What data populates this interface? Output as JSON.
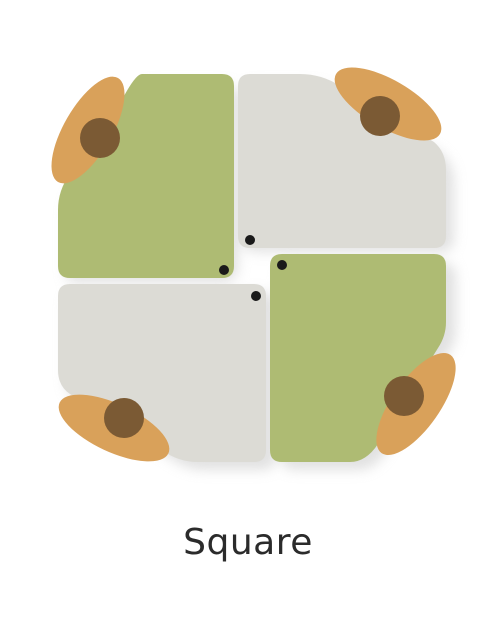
{
  "caption": "Square",
  "colors": {
    "desk_green": "#aebb73",
    "desk_gray": "#dcdbd5",
    "chair_seat": "#d9a15a",
    "person_head": "#7b5a34",
    "cable_port": "#1a1a1a",
    "shadow": "#c9c9c9"
  },
  "layout": {
    "desks": [
      {
        "name": "desk-top-left",
        "color": "desk_green"
      },
      {
        "name": "desk-top-right",
        "color": "desk_gray"
      },
      {
        "name": "desk-bottom-left",
        "color": "desk_gray"
      },
      {
        "name": "desk-bottom-right",
        "color": "desk_green"
      }
    ],
    "seats": [
      {
        "name": "seat-top-left"
      },
      {
        "name": "seat-top-right"
      },
      {
        "name": "seat-bottom-left"
      },
      {
        "name": "seat-bottom-right"
      }
    ]
  }
}
